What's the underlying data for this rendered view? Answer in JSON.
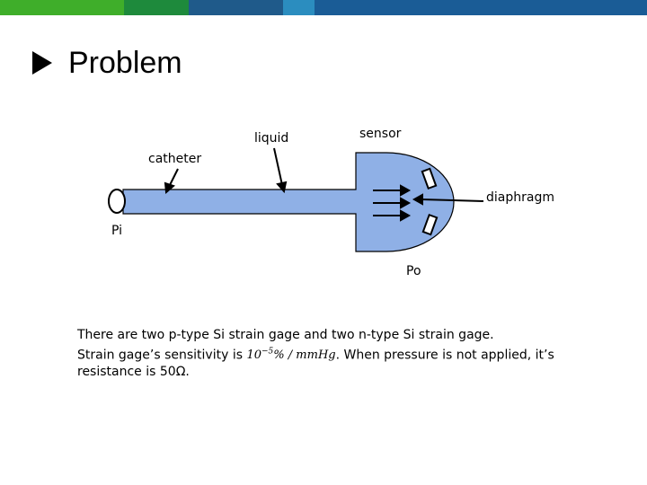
{
  "colors": {
    "topbar": [
      "#3fae2a",
      "#1e8a3c",
      "#1f5a8a",
      "#1c6fa6",
      "#2b8dbf",
      "#1a5c96"
    ],
    "liquid_fill": "#8fb0e6",
    "stroke": "#000000"
  },
  "title": {
    "icon": "right-triangle-bullet-icon",
    "text": "Problem"
  },
  "diagram": {
    "labels": {
      "liquid": "liquid",
      "sensor": "sensor",
      "catheter": "catheter",
      "diaphragm": "diaphragm",
      "pi": "Pi",
      "po": "Po"
    }
  },
  "description": {
    "line1": "There are two p-type Si strain gage and two n-type Si strain gage.",
    "line2_pre": "Strain gage’s sensitivity is",
    "formula_base": "10",
    "formula_exp": "−5",
    "formula_rest": "% / mmHg",
    "line2_post": ". When pressure is not applied, it’s",
    "line3": "resistance is 50Ω."
  }
}
